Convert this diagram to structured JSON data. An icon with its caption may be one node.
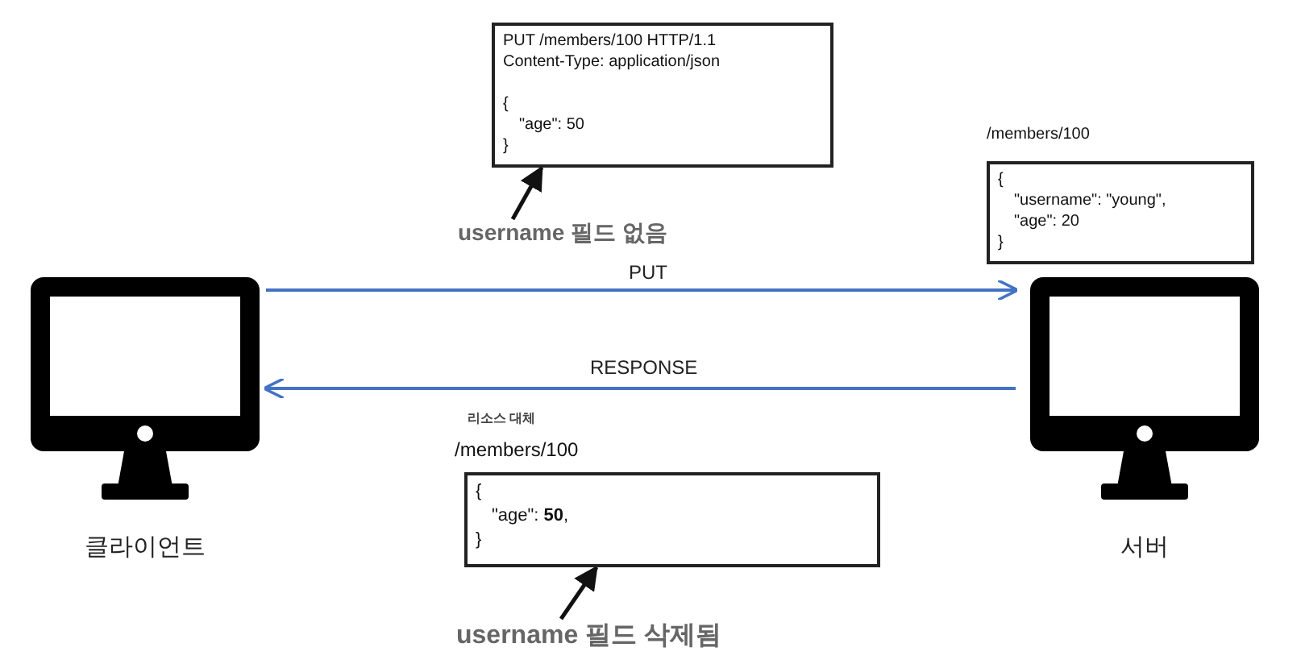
{
  "diagram": {
    "nodes": [
      {
        "text": [
          "클라이언트"
        ]
      },
      {
        "text": [
          "서버"
        ]
      },
      {
        "text": [
          "PUT /members/100 HTTP/1.1",
          "Content-Type: application/json",
          "{",
          "\"age\": 50",
          "}"
        ]
      },
      {
        "text": [
          "/members/100",
          "{",
          "\"username\": \"young\",",
          "\"age\": 20",
          "}"
        ]
      },
      {
        "text": [
          "리소스 대체",
          "/members/100",
          "{",
          "\"age\": **50**,",
          "}"
        ]
      },
      {
        "text": [
          "username 필드 없음"
        ]
      },
      {
        "text": [
          "username 필드 삭제됨"
        ]
      }
    ],
    "edges": [
      {
        "from": 0,
        "to": 1,
        "arrow": "to",
        "label": "PUT",
        "color": "#4472c4"
      },
      {
        "from": 1,
        "to": 0,
        "arrow": "to",
        "label": "RESPONSE",
        "color": "#4472c4"
      },
      {
        "from": 5,
        "to": 2,
        "arrow": "to",
        "color": "#111111"
      },
      {
        "from": 6,
        "to": 4,
        "arrow": "to",
        "color": "#111111"
      }
    ]
  }
}
